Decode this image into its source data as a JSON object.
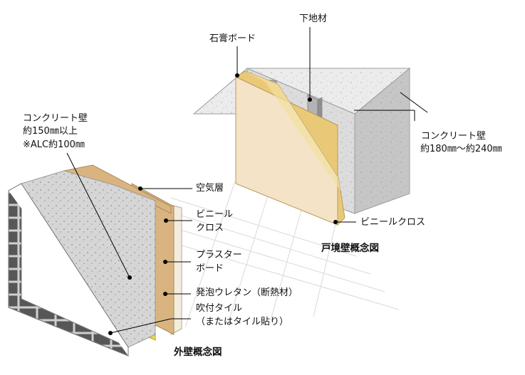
{
  "partition_diagram": {
    "gypsum_board": "石膏ボード",
    "base_material": "下地材",
    "concrete_wall_line1": "コンクリート壁",
    "concrete_wall_line2": "約180㎜～約240㎜",
    "vinyl_cloth": "ビニールクロス",
    "title": "戸境壁概念図"
  },
  "exterior_diagram": {
    "concrete_wall_line1": "コンクリート壁",
    "concrete_wall_line2": "約150㎜以上",
    "concrete_wall_line3": "※ALC約100㎜",
    "air_layer": "空気層",
    "vinyl_line1": "ビニール",
    "vinyl_line2": "クロス",
    "plaster_line1": "プラスター",
    "plaster_line2": "ボード",
    "foam_urethane": "発泡ウレタン（断熱材）",
    "spray_tile_line1": "吹付タイル",
    "spray_tile_line2": "（またはタイル貼り）",
    "title": "外壁概念図"
  },
  "colors": {
    "concrete_front": "#d9d9d9",
    "concrete_top": "#ececec",
    "concrete_side": "#c4c4c4",
    "gypsum_face": "#f2dfc0",
    "gypsum_edge": "#e8c97a",
    "tile": "#5a5a5a",
    "tile_grout": "#cfcfcf",
    "insulation": "#f1de4a",
    "plaster": "#d9b482",
    "vinyl": "#f3ead9",
    "floor_line": "#d6d6d6",
    "leader": "#000000"
  }
}
